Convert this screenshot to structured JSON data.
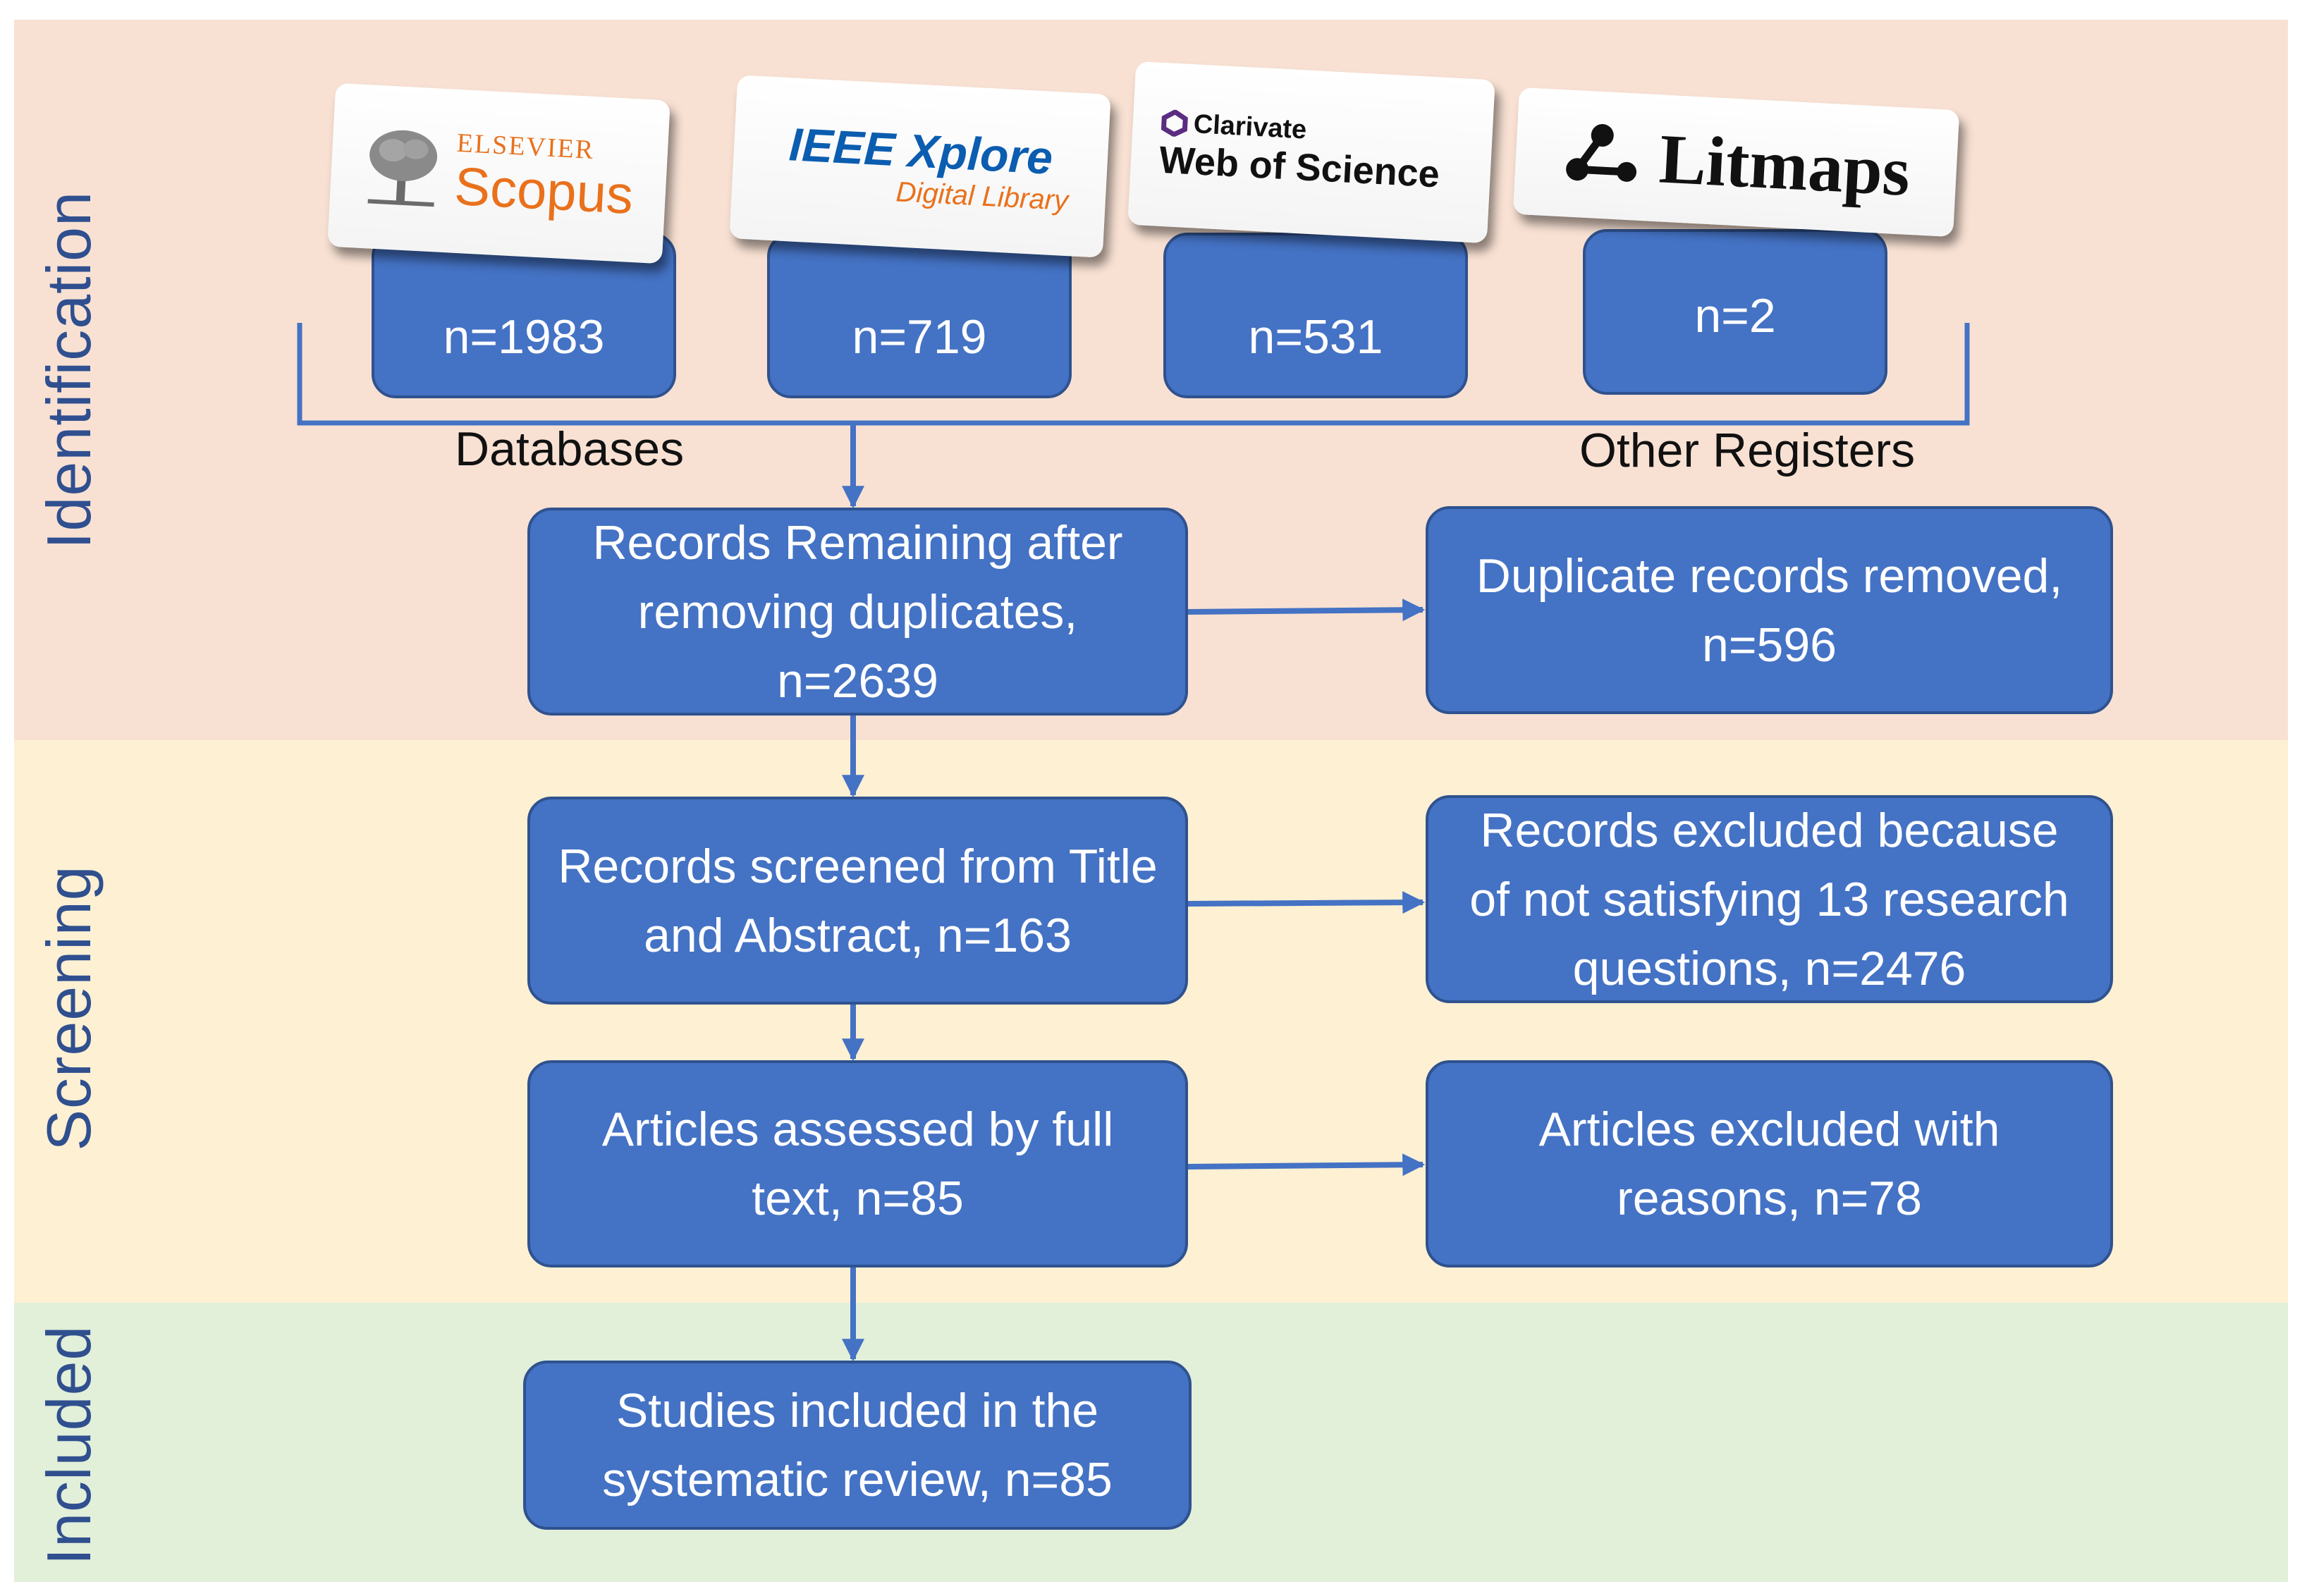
{
  "phases": {
    "identification": "Identification",
    "screening": "Screening",
    "included": "Included"
  },
  "sources": [
    {
      "logo_top": "ELSEVIER",
      "logo_main": "Scopus",
      "count": "n=1983"
    },
    {
      "logo_top": "IEEE Xplore",
      "logo_main": "Digital Library",
      "count": "n=719"
    },
    {
      "logo_top": "Clarivate",
      "logo_main": "Web of Science",
      "count": "n=531"
    },
    {
      "logo_top": "",
      "logo_main": "Litmaps",
      "count": "n=2"
    }
  ],
  "labels": {
    "databases": "Databases",
    "other_registers": "Other Registers"
  },
  "boxes": {
    "remaining": "Records Remaining after removing duplicates, n=2639",
    "duplicates": "Duplicate records removed, n=596",
    "screened": "Records screened from Title and Abstract, n=163",
    "excluded_rq": "Records excluded because of not satisfying 13 research questions, n=2476",
    "fulltext": "Articles assessed by full text, n=85",
    "excluded_reasons": "Articles excluded with reasons, n=78",
    "included": "Studies included in the systematic review, n=85"
  },
  "colors": {
    "box_fill": "#4472c4",
    "box_border": "#2f528f",
    "line": "#4472c4",
    "identification_band": "#f8e1d3",
    "screening_band": "#fdf0d3",
    "included_band": "#e2efd9",
    "scopus_orange": "#e9711c",
    "ieee_blue": "#0b5db0"
  }
}
